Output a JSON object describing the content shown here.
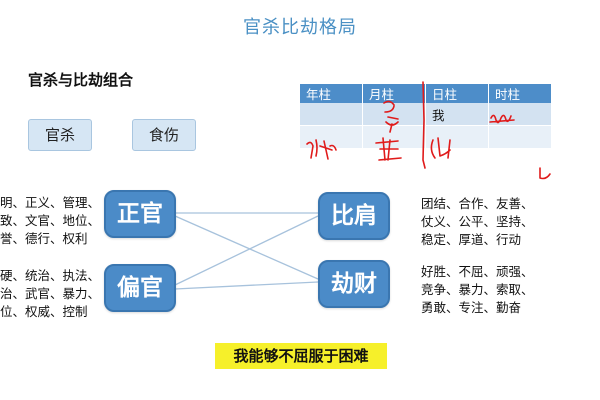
{
  "slide": {
    "title": "官杀比劫格局"
  },
  "section": {
    "heading": "官杀与比劫组合"
  },
  "tags": {
    "left": "官杀",
    "right": "食伤"
  },
  "nodes": {
    "zhengguan": "正官",
    "pianguan": "偏官",
    "bijian": "比肩",
    "jiecai": "劫财"
  },
  "traits": {
    "zhengguan": [
      "明、正义、管理、",
      "致、文官、地位、",
      "誉、德行、权利"
    ],
    "pianguan": [
      "硬、统治、执法、",
      "治、武官、暴力、",
      "位、权威、控制"
    ],
    "bijian": [
      "团结、合作、友善、",
      "仗义、公平、坚持、",
      "稳定、厚道、行动"
    ],
    "jiecai": [
      "好胜、不屈、顽强、",
      "竞争、暴力、索取、",
      "勇敢、专注、勤奋"
    ]
  },
  "pillar_table": {
    "headers": [
      "年柱",
      "月柱",
      "日柱",
      "时柱"
    ],
    "rows": [
      [
        "",
        "",
        "我",
        ""
      ],
      [
        "",
        "",
        "",
        ""
      ]
    ]
  },
  "highlight": {
    "text": "我能够不屈服于困难"
  },
  "colors": {
    "title": "#4a90c4",
    "node_fill": "#4b8bc8",
    "tag_fill": "#d6e6f4",
    "table_header": "#4d8dc9",
    "highlight": "#f6f02a",
    "annotation": "#e01b1b"
  }
}
